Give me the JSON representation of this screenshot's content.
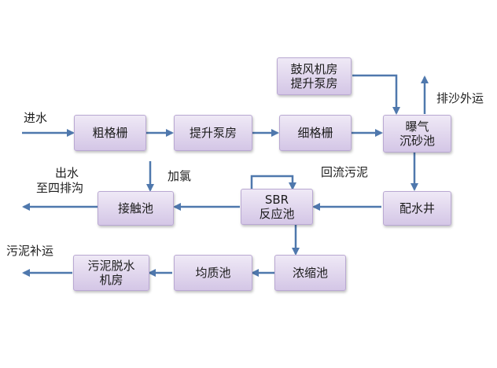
{
  "nodes": {
    "blower_pump": [
      "鼓风机房",
      "提升泵房"
    ],
    "coarse_screen": [
      "粗格栅"
    ],
    "lift_pump": [
      "提升泵房"
    ],
    "fine_screen": [
      "细格栅"
    ],
    "aerated_grit": [
      "曝气",
      "沉砂池"
    ],
    "distribution_well": [
      "配水井"
    ],
    "sbr": [
      "SBR",
      "反应池"
    ],
    "contact_tank": [
      "接触池"
    ],
    "thickener": [
      "浓缩池"
    ],
    "equalization": [
      "均质池"
    ],
    "dewatering": [
      "污泥脱水",
      "机房"
    ]
  },
  "labels": {
    "inflow": "进水",
    "grit_out": "排沙外运",
    "chlorine": "加氯",
    "return_sludge": "回流污泥",
    "outflow_line1": "出水",
    "outflow_line2": "至四排沟",
    "sludge_out": "污泥补运"
  },
  "colors": {
    "arrow": "#4f78ad",
    "box_top": "#efe9f6",
    "box_bottom": "#d4c6e6"
  }
}
